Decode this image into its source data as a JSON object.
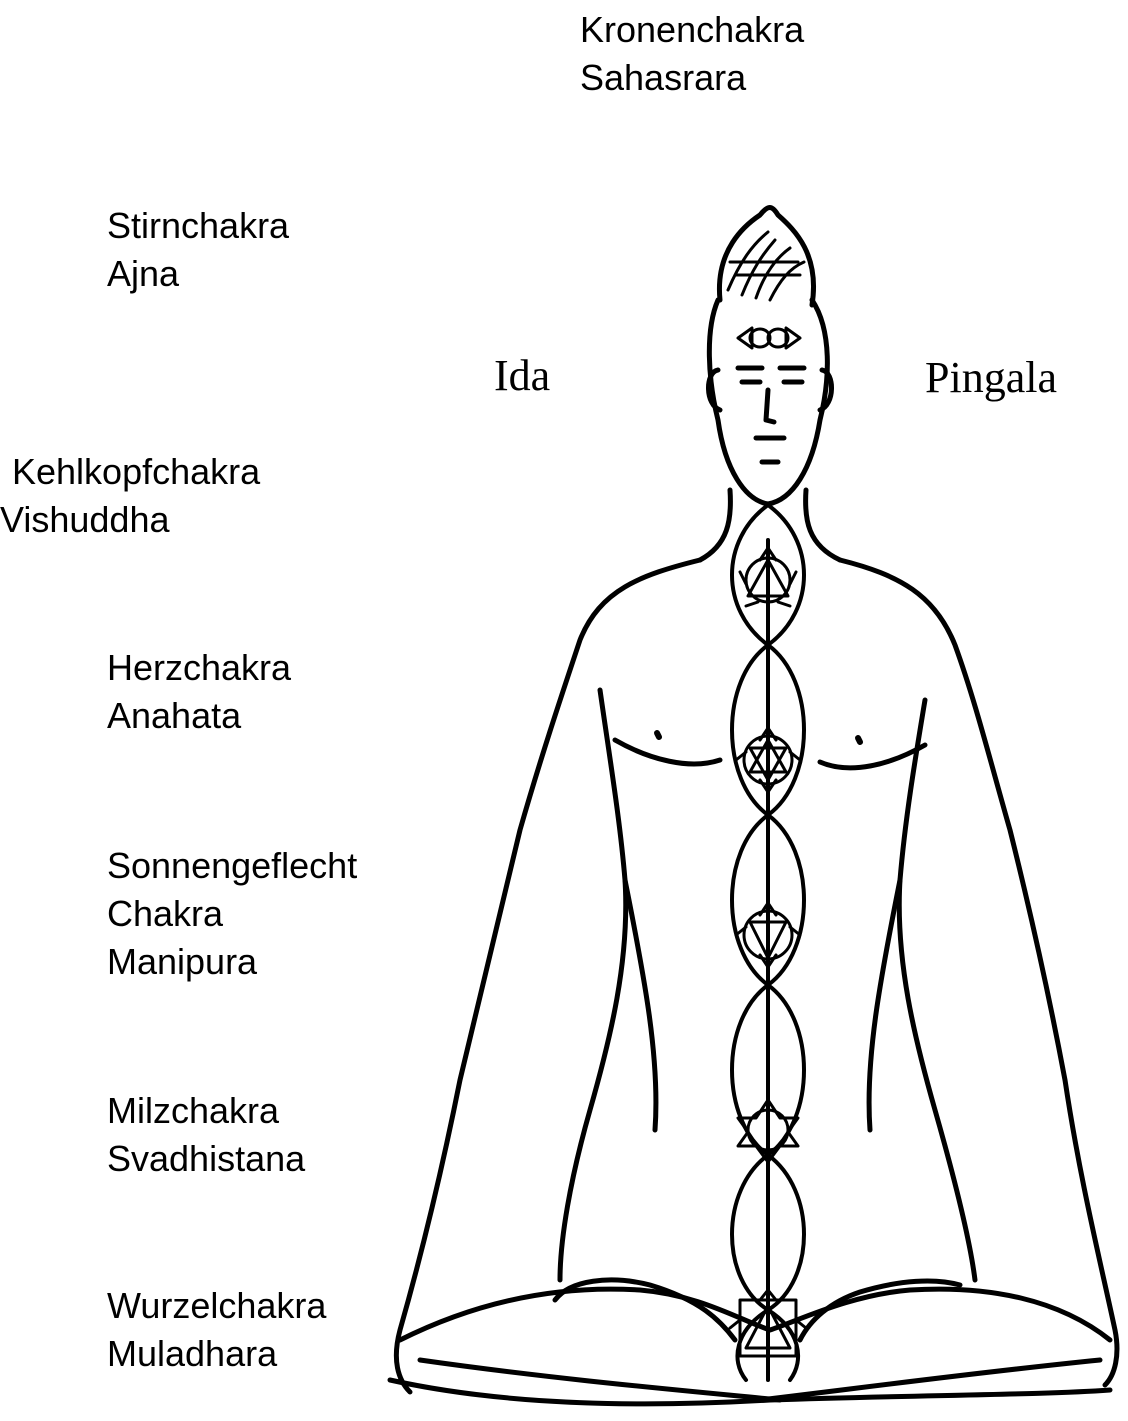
{
  "colors": {
    "ink": "#000000",
    "background": "#ffffff"
  },
  "channels": {
    "left": "Ida",
    "right": "Pingala"
  },
  "chakras": [
    {
      "id": "crown",
      "lines": [
        "Kronenchakra",
        "Sahasrara"
      ]
    },
    {
      "id": "brow",
      "lines": [
        "Stirnchakra",
        "Ajna"
      ]
    },
    {
      "id": "throat",
      "lines": [
        "Kehlkopfchakra",
        "Vishuddha"
      ]
    },
    {
      "id": "heart",
      "lines": [
        "Herzchakra",
        "Anahata"
      ]
    },
    {
      "id": "solar",
      "lines": [
        "Sonnengeflecht",
        "Chakra",
        "Manipura"
      ]
    },
    {
      "id": "sacral",
      "lines": [
        "Milzchakra",
        "Svadhistana"
      ]
    },
    {
      "id": "root",
      "lines": [
        "Wurzelchakra",
        "Muladhara"
      ]
    }
  ]
}
